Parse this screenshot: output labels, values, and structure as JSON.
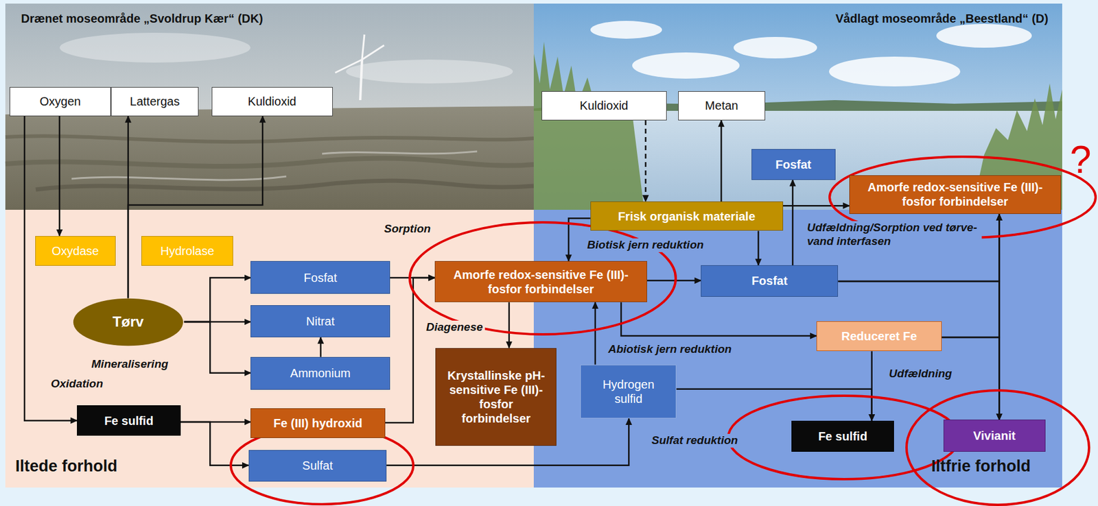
{
  "diagram": {
    "nodes": [
      {
        "text": [
          "Oxygen"
        ]
      },
      {
        "text": [
          "Lattergas"
        ]
      },
      {
        "text": [
          "Kuldioxid"
        ]
      },
      {
        "text": [
          "Kuldioxid"
        ]
      },
      {
        "text": [
          "Metan"
        ]
      },
      {
        "text": [
          "Fosfat"
        ]
      },
      {
        "text": [
          "Amorfe redox-sensitive Fe (III)-fosfor forbindelser"
        ]
      },
      {
        "text": [
          "Frisk organisk materiale"
        ]
      },
      {
        "text": [
          "Oxydase"
        ]
      },
      {
        "text": [
          "Hydrolase"
        ]
      },
      {
        "text": [
          "Tørv"
        ]
      },
      {
        "text": [
          "Fosfat"
        ]
      },
      {
        "text": [
          "Amorfe redox-sensitive Fe (III)-fosfor forbindelser"
        ]
      },
      {
        "text": [
          "Fosfat"
        ]
      },
      {
        "text": [
          "Nitrat"
        ]
      },
      {
        "text": [
          "Reduceret Fe"
        ]
      },
      {
        "text": [
          "Ammonium"
        ]
      },
      {
        "text": [
          "Krystallinske pH-sensitive Fe (III)-fosfor forbindelser"
        ]
      },
      {
        "text": [
          "Hydrogen sulfid"
        ]
      },
      {
        "text": [
          "Fe sulfid"
        ]
      },
      {
        "text": [
          "Fe (III) hydroxid"
        ]
      },
      {
        "text": [
          "Fe sulfid"
        ]
      },
      {
        "text": [
          "Vivianit"
        ]
      },
      {
        "text": [
          "Sulfat"
        ]
      }
    ],
    "edges": [
      {
        "from": 0,
        "to": 8,
        "arrow": "to"
      },
      {
        "from": 0,
        "to": 19,
        "arrow": "to"
      },
      {
        "from": 10,
        "to": 1,
        "arrow": "to"
      },
      {
        "from": 10,
        "to": 2,
        "arrow": "to"
      },
      {
        "from": 10,
        "to": 11,
        "arrow": "to"
      },
      {
        "from": 10,
        "to": 14,
        "arrow": "to"
      },
      {
        "from": 10,
        "to": 16,
        "arrow": "to"
      },
      {
        "from": 16,
        "to": 14,
        "arrow": "to"
      },
      {
        "from": 19,
        "to": 20,
        "arrow": "to"
      },
      {
        "from": 19,
        "to": 23,
        "arrow": "to"
      },
      {
        "from": 11,
        "to": 12,
        "arrow": "to"
      },
      {
        "from": 20,
        "to": 12,
        "arrow": "to"
      },
      {
        "from": 12,
        "to": 17,
        "arrow": "to"
      },
      {
        "from": 12,
        "to": 13,
        "arrow": "to"
      },
      {
        "from": 12,
        "to": 15,
        "arrow": "to"
      },
      {
        "from": 23,
        "to": 18,
        "arrow": "to"
      },
      {
        "from": 18,
        "to": 12,
        "arrow": "to"
      },
      {
        "from": 18,
        "to": 21,
        "arrow": "to"
      },
      {
        "from": 15,
        "to": 21,
        "arrow": "to"
      },
      {
        "from": 15,
        "to": 22,
        "arrow": "to"
      },
      {
        "from": 15,
        "to": 6,
        "arrow": "to"
      },
      {
        "from": 13,
        "to": 22,
        "arrow": "to"
      },
      {
        "from": 13,
        "to": 6,
        "arrow": "to"
      },
      {
        "from": 13,
        "to": 5,
        "arrow": "to"
      },
      {
        "from": 7,
        "to": 4,
        "arrow": "to"
      },
      {
        "from": 3,
        "to": 7,
        "arrow": "to"
      },
      {
        "from": 7,
        "to": 6,
        "arrow": "to"
      },
      {
        "from": 7,
        "to": 12,
        "arrow": "to"
      },
      {
        "from": 7,
        "to": 13,
        "arrow": "to"
      }
    ],
    "labels": [
      "Drænet moseområde „Svoldrup Kær“ (DK)",
      "Vådlagt moseområde „Beestland“ (D)",
      "?",
      "Udfældning/Sorption ved tørve-vand interfasen",
      "Sorption",
      "Biotisk jern reduktion",
      "Diagenese",
      "Abiotisk jern reduktion",
      "Mineralisering",
      "Udfældning",
      "Oxidation",
      "Sulfat reduktion",
      "Iltede forhold",
      "Iltfrie forhold"
    ]
  }
}
